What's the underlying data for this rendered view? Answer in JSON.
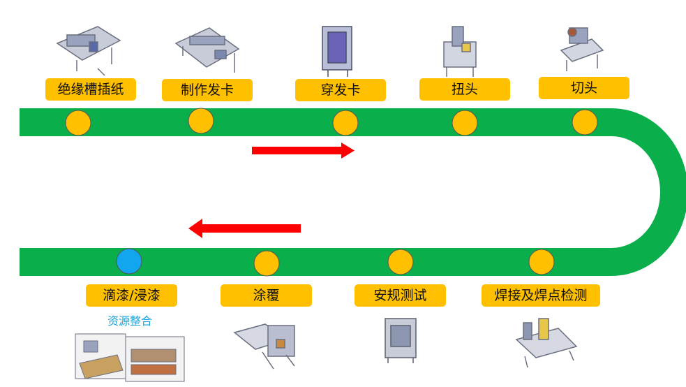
{
  "colors": {
    "track": "#0aae4a",
    "station": "#ffc000",
    "station_special": "#12a6ef",
    "arrow": "#ff0000",
    "label_bg": "#ffc000",
    "note_text": "#1aa3d9"
  },
  "top_stations": [
    {
      "label": "绝缘槽插纸"
    },
    {
      "label": "制作发卡"
    },
    {
      "label": "穿发卡"
    },
    {
      "label": "扭头"
    },
    {
      "label": "切头"
    }
  ],
  "bottom_stations": [
    {
      "label": "滴漆/浸漆",
      "note": "资源整合"
    },
    {
      "label": "涂覆"
    },
    {
      "label": "安规测试"
    },
    {
      "label": "焊接及焊点检测"
    }
  ],
  "flow": {
    "top_direction": "right",
    "bottom_direction": "left"
  }
}
